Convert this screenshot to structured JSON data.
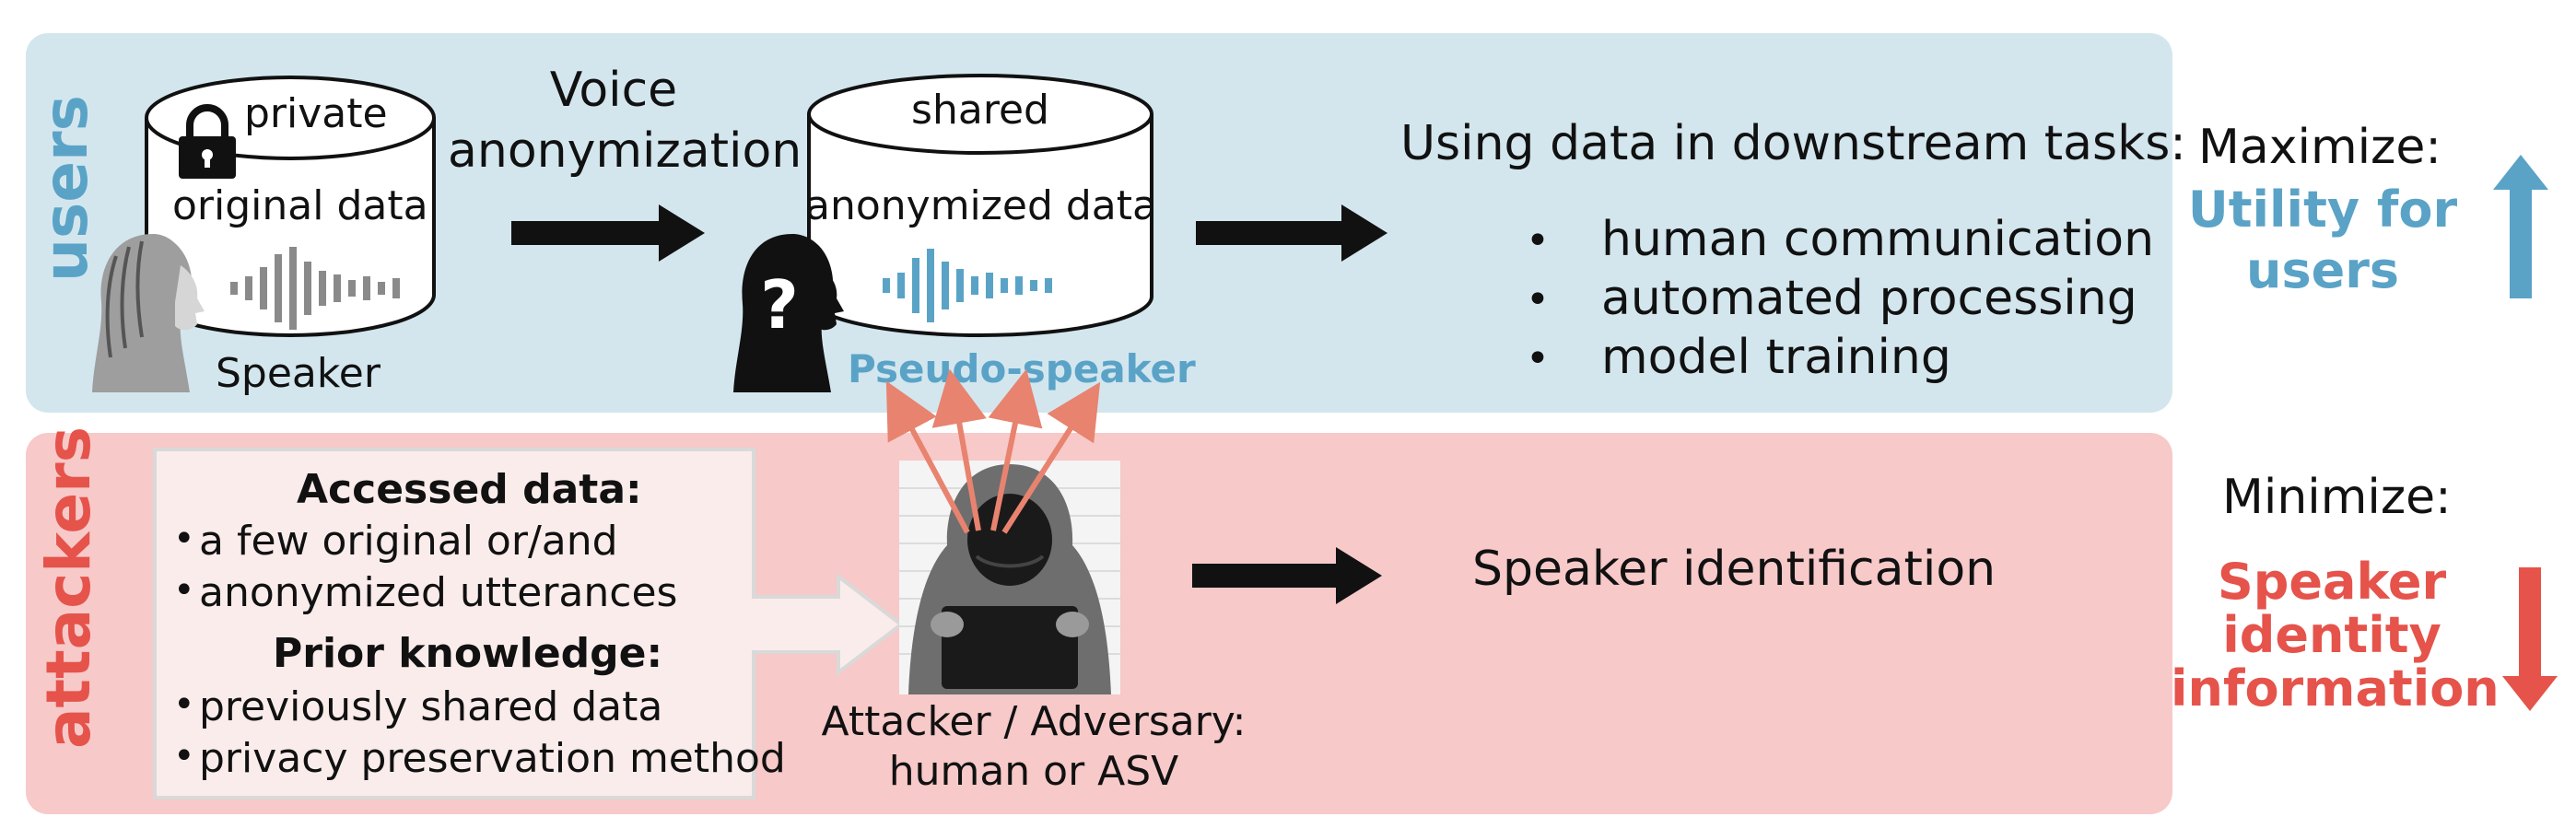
{
  "colors": {
    "users_panel": "#d3e6ee",
    "attackers_panel": "#f7c9c9",
    "users_accent": "#5aa3c7",
    "attackers_accent": "#e5534b",
    "arrow_dark": "#111111",
    "attack_arrow": "#e8836f",
    "waveform_gray": "#8a8a8a"
  },
  "users": {
    "side_label": "users",
    "private_db": {
      "top_label": "private",
      "body_label": "original data",
      "icon": "lock-icon"
    },
    "speaker_label": "Speaker",
    "process_label_line1": "Voice",
    "process_label_line2": "anonymization",
    "shared_db": {
      "top_label": "shared",
      "body_label": "anonymized data"
    },
    "pseudo_speaker_label": "Pseudo-speaker",
    "downstream_title": "Using data in downstream tasks:",
    "downstream_items": [
      "human communication",
      "automated processing",
      "model training"
    ],
    "goal_title": "Maximize:",
    "goal_line1": "Utility for",
    "goal_line2": "users"
  },
  "attackers": {
    "side_label": "attackers",
    "accessed_title": "Accessed data:",
    "accessed_items": [
      "a few original or/and",
      "anonymized utterances"
    ],
    "prior_title": "Prior knowledge:",
    "prior_items": [
      "previously shared data",
      "privacy preservation method"
    ],
    "attacker_line1": "Attacker / Adversary:",
    "attacker_line2": "human or ASV",
    "task_label": "Speaker identification",
    "goal_title": "Minimize:",
    "goal_line1": "Speaker",
    "goal_line2": "identity",
    "goal_line3": "information"
  }
}
